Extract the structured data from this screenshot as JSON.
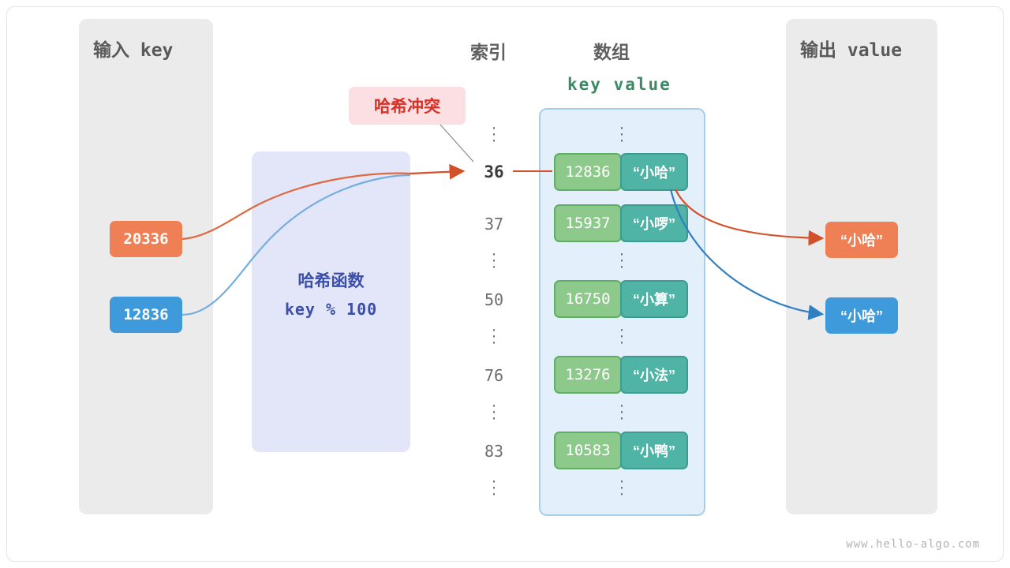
{
  "diagram": {
    "watermark": "www.hello-algo.com",
    "input_panel": {
      "title": "输入 key"
    },
    "output_panel": {
      "title": "输出 value"
    },
    "columns": {
      "index_title": "索引",
      "array_title": "数组",
      "kv_title": "key  value"
    },
    "hash_function": {
      "label": "哈希函数",
      "expression": "key % 100"
    },
    "collision_badge": "哈希冲突",
    "inputs": [
      {
        "value": "20336",
        "color": "#ef8055"
      },
      {
        "value": "12836",
        "color": "#3e9ada"
      }
    ],
    "outputs": [
      {
        "value": "“小哈”",
        "color": "#ef8055"
      },
      {
        "value": "“小哈”",
        "color": "#3e9ada"
      }
    ],
    "buckets": [
      {
        "index": "36",
        "key": "12836",
        "value": "“小哈”",
        "highlight": true
      },
      {
        "index": "37",
        "key": "15937",
        "value": "“小啰”",
        "highlight": false
      },
      {
        "index": "50",
        "key": "16750",
        "value": "“小算”",
        "highlight": false
      },
      {
        "index": "76",
        "key": "13276",
        "value": "“小法”",
        "highlight": false
      },
      {
        "index": "83",
        "key": "10583",
        "value": "“小鸭”",
        "highlight": false
      }
    ],
    "ellipsis": "⋮",
    "colors": {
      "key_fill": "#8dc98b",
      "value_fill": "#4fb3a5",
      "array_fill": "#e3f0fb",
      "hashfn_fill": "#e3e6f8",
      "panel_fill": "#ebebeb",
      "orange": "#ef8055",
      "blue": "#3e9ada",
      "collision_text": "#d93025"
    }
  }
}
